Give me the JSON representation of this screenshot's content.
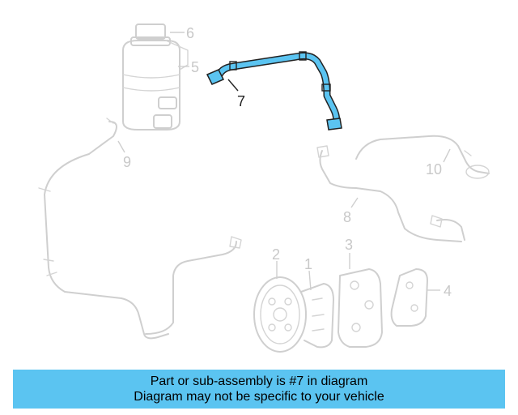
{
  "diagram": {
    "highlight_color": "#5bc4f1",
    "highlighted_part": "7",
    "part_labels": [
      "1",
      "2",
      "3",
      "4",
      "5",
      "6",
      "7",
      "8",
      "9",
      "10"
    ]
  },
  "banner": {
    "background": "#5bc4f1",
    "line1": "Part or sub-assembly is #7 in diagram",
    "line2": "Diagram may not be specific to your vehicle"
  }
}
